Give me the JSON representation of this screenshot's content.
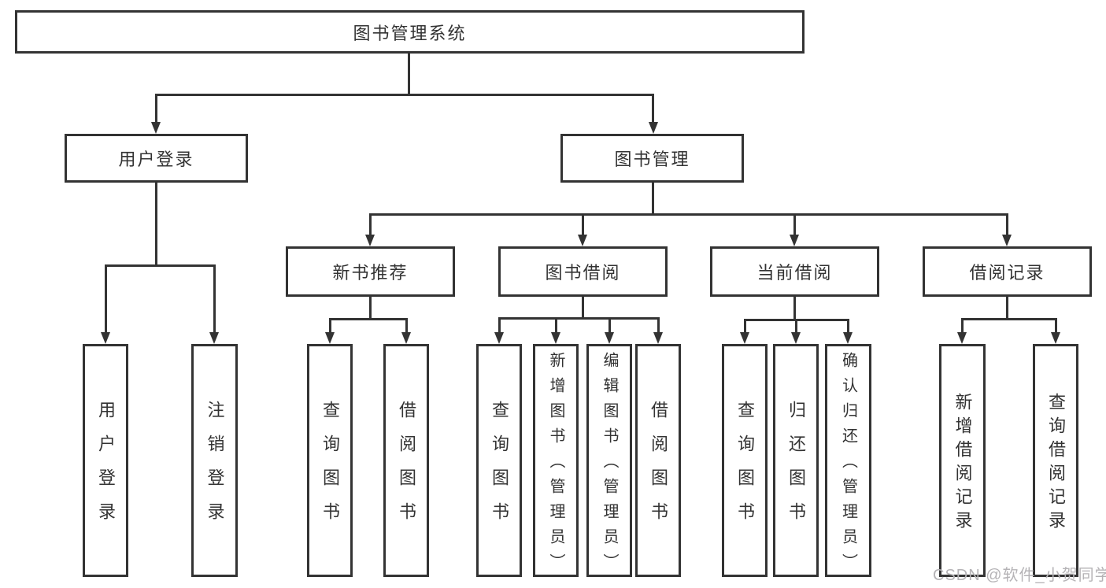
{
  "colors": {
    "line": "#333333",
    "text": "#333333",
    "background": "#ffffff",
    "watermark": "#b5b3b6"
  },
  "watermark": {
    "text": "CSDN @软件_小贺同学"
  },
  "diagram": {
    "type": "tree",
    "title": "图书管理系统",
    "level1": [
      {
        "label": "用户登录"
      },
      {
        "label": "图书管理"
      }
    ],
    "level2": [
      {
        "label": "新书推荐",
        "parent": "图书管理"
      },
      {
        "label": "图书借阅",
        "parent": "图书管理"
      },
      {
        "label": "当前借阅",
        "parent": "图书管理"
      },
      {
        "label": "借阅记录",
        "parent": "图书管理"
      }
    ],
    "leaves": [
      {
        "label": "用户登录",
        "parent": "用户登录"
      },
      {
        "label": "注销登录",
        "parent": "用户登录"
      },
      {
        "label": "查询图书",
        "parent": "新书推荐"
      },
      {
        "label": "借阅图书",
        "parent": "新书推荐"
      },
      {
        "label": "查询图书",
        "parent": "图书借阅"
      },
      {
        "label": "新增图书（管理员）",
        "parent": "图书借阅"
      },
      {
        "label": "编辑图书（管理员）",
        "parent": "图书借阅"
      },
      {
        "label": "借阅图书",
        "parent": "图书借阅"
      },
      {
        "label": "查询图书",
        "parent": "当前借阅"
      },
      {
        "label": "归还图书",
        "parent": "当前借阅"
      },
      {
        "label": "确认归还（管理员）",
        "parent": "当前借阅"
      },
      {
        "label": "新增借阅记录",
        "parent": "借阅记录"
      },
      {
        "label": "查询借阅记录",
        "parent": "借阅记录"
      }
    ]
  }
}
